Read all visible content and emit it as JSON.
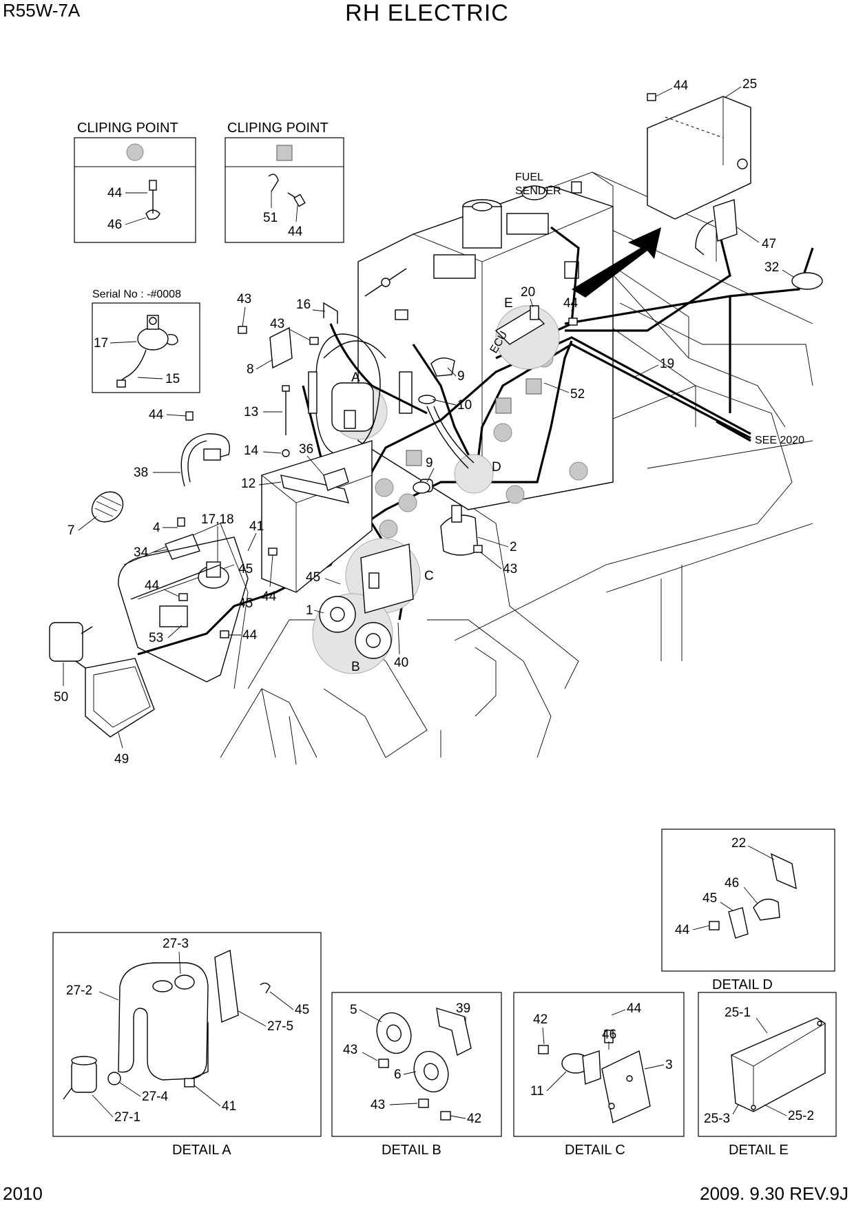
{
  "header": {
    "model": "R55W-7A",
    "title": "RH ELECTRIC"
  },
  "footer": {
    "page": "2010",
    "revision": "2009. 9.30 REV.9J"
  },
  "clip_legend": [
    {
      "title": "CLIPING POINT",
      "symbol": "circle",
      "labels": [
        "44",
        "46"
      ]
    },
    {
      "title": "CLIPING POINT",
      "symbol": "square",
      "labels": [
        "51",
        "44"
      ]
    }
  ],
  "serial_box": {
    "serial": "Serial No : -#0008",
    "labels": [
      "17",
      "15"
    ]
  },
  "annotations": {
    "fuel_sender": [
      "FUEL",
      "SENDER"
    ],
    "ecu": "ECU",
    "see_ref": "SEE 2020"
  },
  "detail_markers": [
    "A",
    "B",
    "C",
    "D",
    "E"
  ],
  "callouts_main": [
    "44",
    "25",
    "47",
    "32",
    "20",
    "44",
    "19",
    "52",
    "E",
    "43",
    "16",
    "43",
    "8",
    "9",
    "10",
    "9",
    "D",
    "2",
    "43",
    "44",
    "13",
    "14",
    "36",
    "12",
    "38",
    "7",
    "4",
    "17,18",
    "41",
    "34",
    "45",
    "44",
    "44",
    "45",
    "1",
    "45",
    "C",
    "53",
    "44",
    "40",
    "B",
    "50",
    "49",
    "A"
  ],
  "details": [
    {
      "caption": "DETAIL A",
      "labels": [
        "27-3",
        "27-2",
        "45",
        "27-5",
        "27-4",
        "27-1",
        "41"
      ]
    },
    {
      "caption": "DETAIL B",
      "labels": [
        "5",
        "39",
        "43",
        "6",
        "43",
        "42"
      ]
    },
    {
      "caption": "DETAIL C",
      "labels": [
        "44",
        "42",
        "46",
        "3",
        "11"
      ]
    },
    {
      "caption": "DETAIL D",
      "labels": [
        "22",
        "46",
        "45",
        "44"
      ]
    },
    {
      "caption": "DETAIL E",
      "labels": [
        "25-1",
        "25-3",
        "25-2"
      ]
    }
  ]
}
